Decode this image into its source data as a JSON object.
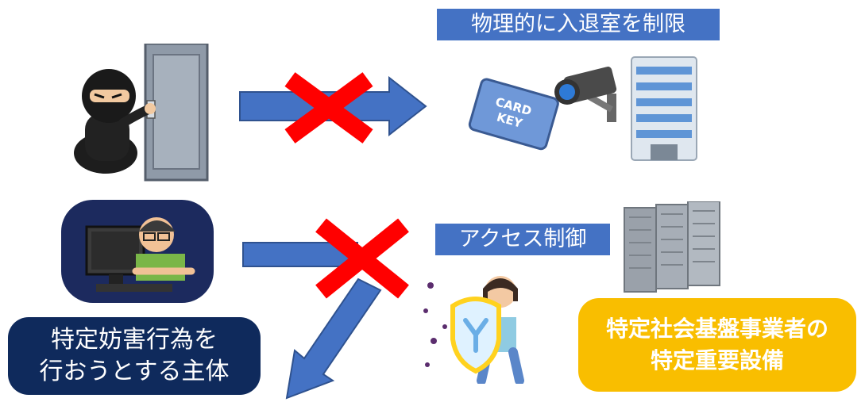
{
  "labels": {
    "physical": "物理的に入退室を制限",
    "access": "アクセス制御"
  },
  "actor_box": {
    "line1": "特定妨害行為を",
    "line2": "行おうとする主体",
    "color": "#0f2a5c"
  },
  "target_box": {
    "line1": "特定社会基盤事業者の",
    "line2": "特定重要設備",
    "color": "#f9be00"
  },
  "card_text": {
    "line1": "CARD",
    "line2": "KEY"
  },
  "colors": {
    "arrow_fill": "#4472c4",
    "arrow_stroke": "#2f528f",
    "cross": "#ff0000",
    "label_bg": "#4472c4"
  },
  "icons": [
    "burglar-icon",
    "door-icon",
    "hacker-icon",
    "card-key-icon",
    "security-camera-icon",
    "building-icon",
    "server-rack-icon",
    "shield-person-icon",
    "cross-mark-icon"
  ]
}
